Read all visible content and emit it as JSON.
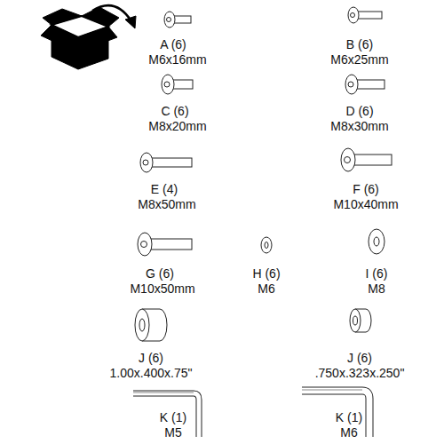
{
  "diagram": {
    "labels": [
      "A (6)",
      "M6x16mm",
      "B (6)",
      "M6x25mm",
      "C (6)",
      "M8x20mm",
      "D (6)",
      "M8x30mm",
      "E (4)",
      "M8x50mm",
      "F (6)",
      "M10x40mm",
      "G (6)",
      "M10x50mm",
      "H (6)",
      "M6",
      "I (6)",
      "M8",
      "J (6)",
      "1.00x.400x.75\"",
      "J (6)",
      ".750x.323x.250\"",
      "K (1)",
      "M5",
      "K (1)",
      "M6"
    ]
  }
}
